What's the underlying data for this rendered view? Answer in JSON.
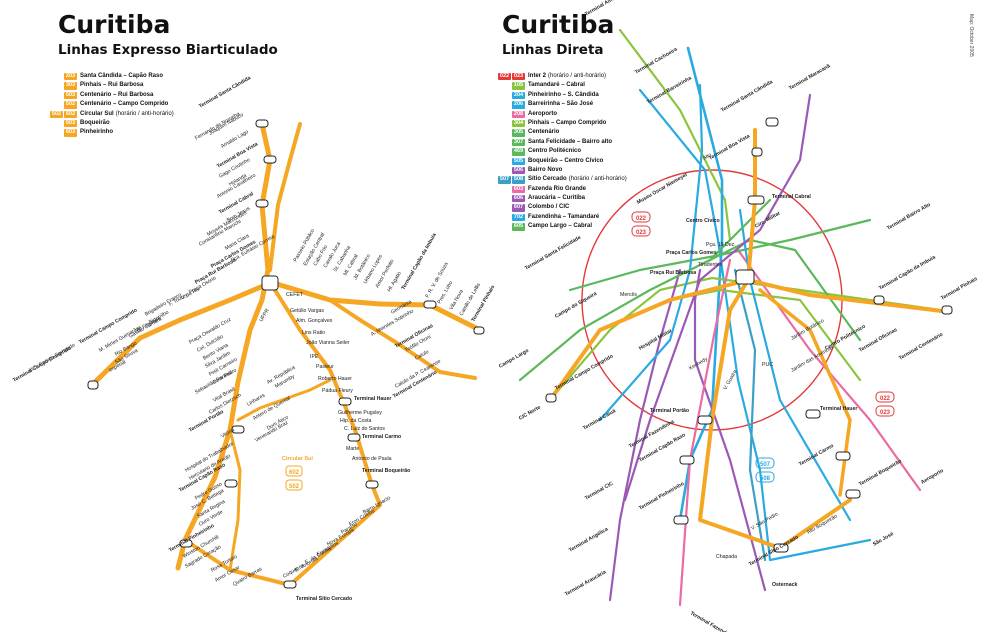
{
  "maps": [
    {
      "title": "Curitiba",
      "subtitle": "Linhas Expresso Biarticulado",
      "legend": [
        {
          "codes": [
            "203"
          ],
          "name": "Santa Cândida – Capão Raso",
          "note": ""
        },
        {
          "codes": [
            "303"
          ],
          "name": "Pinhais – Rui Barbosa",
          "note": ""
        },
        {
          "codes": [
            "503"
          ],
          "name": "Centenário – Rui Barbosa",
          "note": ""
        },
        {
          "codes": [
            "502"
          ],
          "name": "Centenário – Campo Comprido",
          "note": ""
        },
        {
          "codes": [
            "502",
            "602"
          ],
          "name": "Circular Sul",
          "note": "(horário / anti-horário)"
        },
        {
          "codes": [
            "503"
          ],
          "name": "Boqueirão",
          "note": ""
        },
        {
          "codes": [
            "603"
          ],
          "name": "Pinheirinho",
          "note": ""
        }
      ],
      "labels": {
        "terminal_santa_candida": "Terminal Santa Cândida",
        "joaquim_nabuco": "Joaquim Nabuco",
        "fernando_noronha": "Fernando de Noronha",
        "arnaldo_lago": "Arnaldo Lago",
        "terminal_boa_vista": "Terminal Boa Vista",
        "gago_coutinho": "Gago Coutinho",
        "holanda": "Holanda",
        "antonio_cavalheiro": "Antonio Cavalheiro",
        "terminal_cabral": "Terminal Cabral",
        "bom_jesus": "Bom Jesus",
        "moyses_marcondes": "Moysés Marcondes",
        "constantino_marochi": "Constantino Marochi",
        "maria_clara": "Maria Clara",
        "pca_eufrasio_correia": "Pça. Eufrásio Correia",
        "passeio_publico": "Passeio Público",
        "estacao_central": "Estação Central",
        "cabo_frio": "Cabo Frio",
        "cavalo_juca": "Cavalo Juca",
        "st_cabanha": "St. Cabanha",
        "ml_cabral": "Ml. Cabral",
        "jd_botanico": "Jd. Botânico",
        "urbano_lopes": "Urbano Lopes",
        "amor_perfeito": "Amor Perfeito",
        "hl_agatio": "Hl. Agatio",
        "terminal_capao_imbuia": "Terminal Capão da Imbuia",
        "fr_v_de_souza": "F. R. V. de Souza",
        "pres_lobo": "Pres. Lobo",
        "vila_nova": "Vila Nova",
        "camilo_lellis": "Camilo de Lellis",
        "terminal_pinhais": "Terminal Pinhais",
        "praca_carlos_gomes": "Praça Carlos Gomes",
        "praca_rui_barbosa": "Praça Rui Barbosa",
        "praca_osorio": "Praça Osório",
        "v_do_rio": "V. do Rio",
        "ftourey": "F. Tourey",
        "brigadeiro_franco": "Brigadeiro Franco",
        "bigorrilho": "Bigorrilho",
        "b_filgueira": "B. Filgueira",
        "gastao_camara": "Gastão Câmara",
        "terminal_campo_comprido_upper": "Terminal Campo Comprido",
        "m_mirtes_guimaraes": "M. Mirtes Guimarães",
        "rio_bango": "Rio Bango",
        "sao_seuva": "São Seuva",
        "imperial": "Imperial",
        "us_campo_comprido": "U.S. Campo Comprido",
        "terminal_campo_comprido": "Terminal Campo Comprido",
        "ufpr": "UFPR",
        "cefet": "CEFET",
        "getulio_vargas": "Getúlio Vargas",
        "alm_goncalves": "Alm. Gonçalves",
        "lins_ratio": "Lins Ratio",
        "joao_vianna_seiler": "João Vianna Seiler",
        "ipe": "IPE",
        "pasteur": "Pasteur",
        "roberto_hauer": "Roberto Hauer",
        "padua_fleury": "Pádua Fleury",
        "hauer_termini": "Terminal Hauer",
        "guilherme_pugsley": "Guilherme Pugsley",
        "rua_hipolito": "Hip. da Costa",
        "csaint_santos": "C. Luiz do Santos",
        "terminal_carmo": "Terminal Carmo",
        "marte": "Marte",
        "antonio_de_paula": "Antonio de Paula",
        "terminal_boqueirao": "Terminal Boqueirão",
        "germania": "Germânia",
        "a_meireles_sobrinho": "A. Meireles Sobrinho",
        "terminal_oficinas": "Terminal Oficinas",
        "tenfilo_otoni": "Teófilo Otoni",
        "catulo": "Catulo",
        "catulo_paixao": "Catulo da P. Cearense",
        "terminal_centenario": "Terminal Centenário",
        "praca_oswaldo_cruz": "Praça Oswaldo Cruz",
        "cel_dulcidio": "Cel. Dulcídio",
        "bento_viana": "Bento Viana",
        "silva_jardim": "Silva Jardim",
        "petit_carneiro": "Petit Carneiro",
        "dom_pedro": "Dom Pedro",
        "sebastiao_paraná": "Sebastião Paraná",
        "vital_brasil": "Vital Brasil",
        "carlos_dietzsch": "Carlos Dietzsch",
        "terminal_portao": "Terminal Portão",
        "vitoria": "Vitória",
        "hospital_trabalhador": "Hospital do Trabalhador",
        "herculano_araujo": "Herculano de Araújo",
        "terminal_capao_raso": "Terminal Capão Raso",
        "pedro_gusso": "Pedro Gusso",
        "jose_c_bettega": "José C. Bettega",
        "santa_regina": "Santa Regina",
        "ouro_verde": "Ouro Verde",
        "terminal_pinheirinho": "Terminal Pinheirinho",
        "winston_churchill": "Winston Churchill",
        "sagrado_coracao": "Sagrado Coração",
        "rosa_tortato": "Rosa Tortato",
        "amor_cesar": "Amor Cesar",
        "quatro_barras": "Quatro Barras",
        "terminal_sitio_cercado": "Terminal Sítio Cercado",
        "av_republica": "Av. República",
        "marumby": "Marumby",
        "linhares": "Linhares",
        "antonio_quental": "Antero de Quental",
        "dom_atico": "Dom Ático",
        "venerando_braz": "Venerando Braz",
        "circular_sul_label": "Circular Sul",
        "bairro_ignacio": "Barro Ignacio",
        "brasil_cordeiro": "Eron Coelho",
        "paraiso": "Paraíso",
        "nova_europa": "Nova Europa",
        "eucaliptos": "Eucaliptos",
        "e_da_cunha": "E. da Cunha",
        "e_votorola": "E. Votorola",
        "coqueiros": "Coqueiros"
      }
    },
    {
      "title": "Curitiba",
      "subtitle": "Linhas Direta",
      "legend": [
        {
          "codes": [
            "022",
            "023"
          ],
          "name": "Inter 2",
          "note": "(horário / anti-horário)"
        },
        {
          "codes": [
            "105"
          ],
          "name": "Tamandaré – Cabral",
          "note": ""
        },
        {
          "codes": [
            "204"
          ],
          "name": "Pinheirinho – S. Cândida",
          "note": ""
        },
        {
          "codes": [
            "206"
          ],
          "name": "Barreirinha – São José",
          "note": ""
        },
        {
          "codes": [
            "208"
          ],
          "name": "Aeroporto",
          "note": ""
        },
        {
          "codes": [
            "304"
          ],
          "name": "Pinhais – Campo Comprido",
          "note": ""
        },
        {
          "codes": [
            "305"
          ],
          "name": "Centenário",
          "note": ""
        },
        {
          "codes": [
            "307"
          ],
          "name": "Santa Felicidade – Bairro alto",
          "note": ""
        },
        {
          "codes": [
            "469"
          ],
          "name": "Centro Politécnico",
          "note": ""
        },
        {
          "codes": [
            "505"
          ],
          "name": "Boqueirão – Centro Cívico",
          "note": ""
        },
        {
          "codes": [
            "506"
          ],
          "name": "Bairro Novo",
          "note": ""
        },
        {
          "codes": [
            "507",
            "508"
          ],
          "name": "Sítio Cercado",
          "note": "(horário / anti-horário)"
        },
        {
          "codes": [
            "603"
          ],
          "name": "Fazenda Rio Grande",
          "note": ""
        },
        {
          "codes": [
            "606"
          ],
          "name": "Araucária – Curitiba",
          "note": ""
        },
        {
          "codes": [
            "607"
          ],
          "name": "Colombo / CIC",
          "note": ""
        },
        {
          "codes": [
            "702"
          ],
          "name": "Fazendinha – Tamandaré",
          "note": ""
        },
        {
          "codes": [
            "605"
          ],
          "name": "Campo Largo – Cabral",
          "note": ""
        }
      ],
      "labels": {
        "almirante_tamandare": "Terminal Almirante Tamandaré",
        "cachoeira": "Terminal Cachoeira",
        "barreirinha": "Terminal Barreirinha",
        "santa_candida": "Terminal Santa Cândida",
        "maracana": "Terminal Maracanã",
        "alto": "Alto",
        "boa_vista": "Terminal Boa Vista",
        "museu_oscar": "Museu Oscar Niemeyer",
        "cabral": "Terminal Cabral",
        "terminal_bairro_alto": "Terminal Bairro Alto",
        "centro_civico": "Centro Cívico",
        "circ_militar": "Circ. Militar",
        "pca_19_dez": "Pça. 19 Dez.",
        "tiradentes": "Tiradentes",
        "santa_felicidade": "Terminal Santa Felicidade",
        "praca_carlos_gomes": "Praça Carlos Gomes",
        "praca_rui_barbosa": "Praça Rui Barbosa",
        "mercês": "Mercês",
        "terminal_capao_imbuia": "Terminal Capão da Imbuia",
        "terminal_pinhais": "Terminal Pinhais",
        "campo_do_siqueira": "Campo do Siqueira",
        "campo_largo": "Campo Largo",
        "terminal_campo_comprido": "Terminal Campo Comprido",
        "cic_norte": "CIC Norte",
        "hospital_militar": "Hospital Militar",
        "terminal_oficinas": "Terminal Oficinas",
        "terminal_centenario": "Terminal Centenário",
        "centro_politecnico": "Centro Politécnico",
        "terminal_caiua": "Terminal Caiuá",
        "terminal_portao": "Terminal Portão",
        "terminal_fazendinha": "Terminal Fazendinha",
        "terminal_hauer": "Terminal Hauer",
        "aeroporto": "Aeroporto",
        "terminal_capao_raso": "Terminal Capão Raso",
        "terminal_carmo": "Terminal Carmo",
        "terminal_boqueirao": "Terminal Boqueirão",
        "terminal_cic": "Terminal CIC",
        "terminal_pinheirinho": "Terminal Pinheirinho",
        "terminal_afonso_pena": "Terminal Afonso Pena",
        "sao_jose": "São José",
        "terminal_sitio_cercado": "Terminal Sítio Cercado",
        "chapeia": "Chapada",
        "osternack": "Osternack",
        "terminal_araucaria": "Terminal Araucária",
        "terminal_fazenda_rio_grande": "Terminal Fazenda Rio Grande",
        "terminal_angelica": "Terminal Angélica",
        "v_guaira": "V. Guaíra",
        "kennedy": "Kennedy",
        "vila_sao_pedro": "V. São Pedro",
        "pucpr": "PUC",
        "jardim_botanico": "Jardim Botânico",
        "jardim_americas": "Jardim das Américas",
        "terminal_maracana": "Terminal Maracanã",
        "alto_boqueirao": "Alto Boqueirão",
        "side_note": "Map: October 2005"
      }
    }
  ],
  "colors": {
    "orange": "#F5A623",
    "red": "#E33A3A",
    "green": "#8BC53F",
    "blue": "#29AAE1",
    "pink": "#E96CA3",
    "purple": "#9B59B6",
    "dgreen": "#5CB85C",
    "teal": "#3AA0C8"
  }
}
